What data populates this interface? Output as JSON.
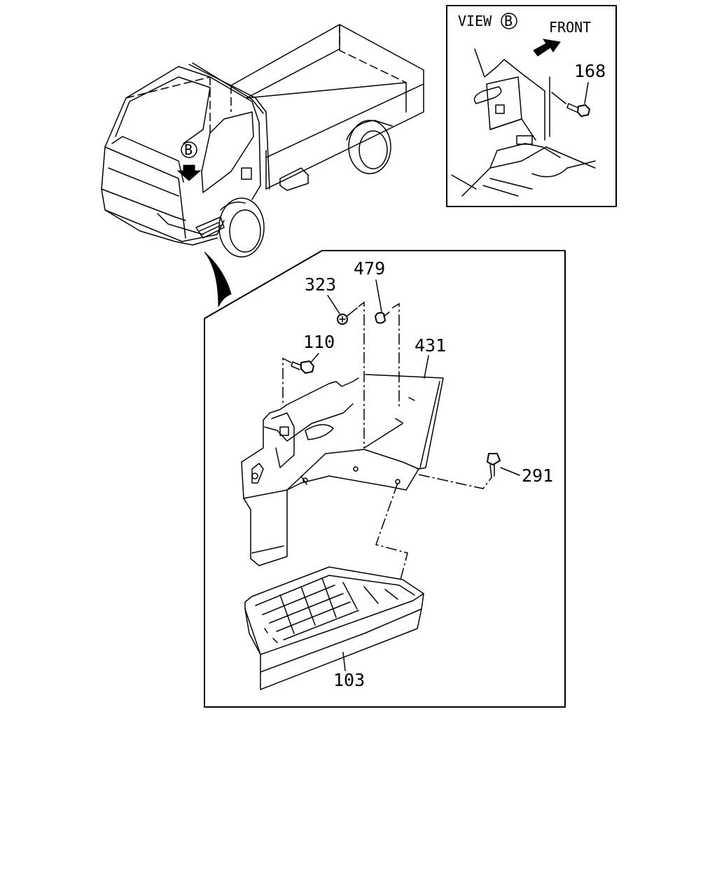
{
  "view_label": {
    "prefix": "VIEW",
    "letter": "B",
    "direction": "FRONT"
  },
  "truck_marker": {
    "letter": "B"
  },
  "parts": [
    {
      "number": "168"
    },
    {
      "number": "323"
    },
    {
      "number": "479"
    },
    {
      "number": "110"
    },
    {
      "number": "431"
    },
    {
      "number": "291"
    },
    {
      "number": "103"
    }
  ]
}
